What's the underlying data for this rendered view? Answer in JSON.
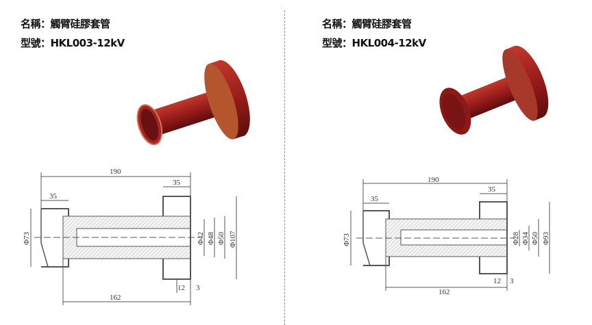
{
  "products": [
    {
      "name_label": "名稱：觸臂硅膠套管",
      "model_label": "型號：HKL003-12kV",
      "dims": {
        "overall": "190",
        "flange": "35",
        "cup": "35",
        "d_cup": "Φ73",
        "d1": "Φ42",
        "d2": "Φ48",
        "d3": "Φ50",
        "d4": "Φ107",
        "body": "162",
        "a": "12",
        "b": "3"
      }
    },
    {
      "name_label": "名稱：觸臂硅膠套管",
      "model_label": "型號：HKL004-12kV",
      "dims": {
        "overall": "190",
        "flange": "35",
        "cup": "35",
        "d_cup": "Φ73",
        "d1": "Φ28",
        "d2": "Φ34",
        "d3": "Φ50",
        "d4": "Φ93",
        "body": "162",
        "a": "12",
        "b": "3"
      }
    }
  ],
  "colors": {
    "product_red": "#8e1a1a",
    "line": "#555555"
  }
}
